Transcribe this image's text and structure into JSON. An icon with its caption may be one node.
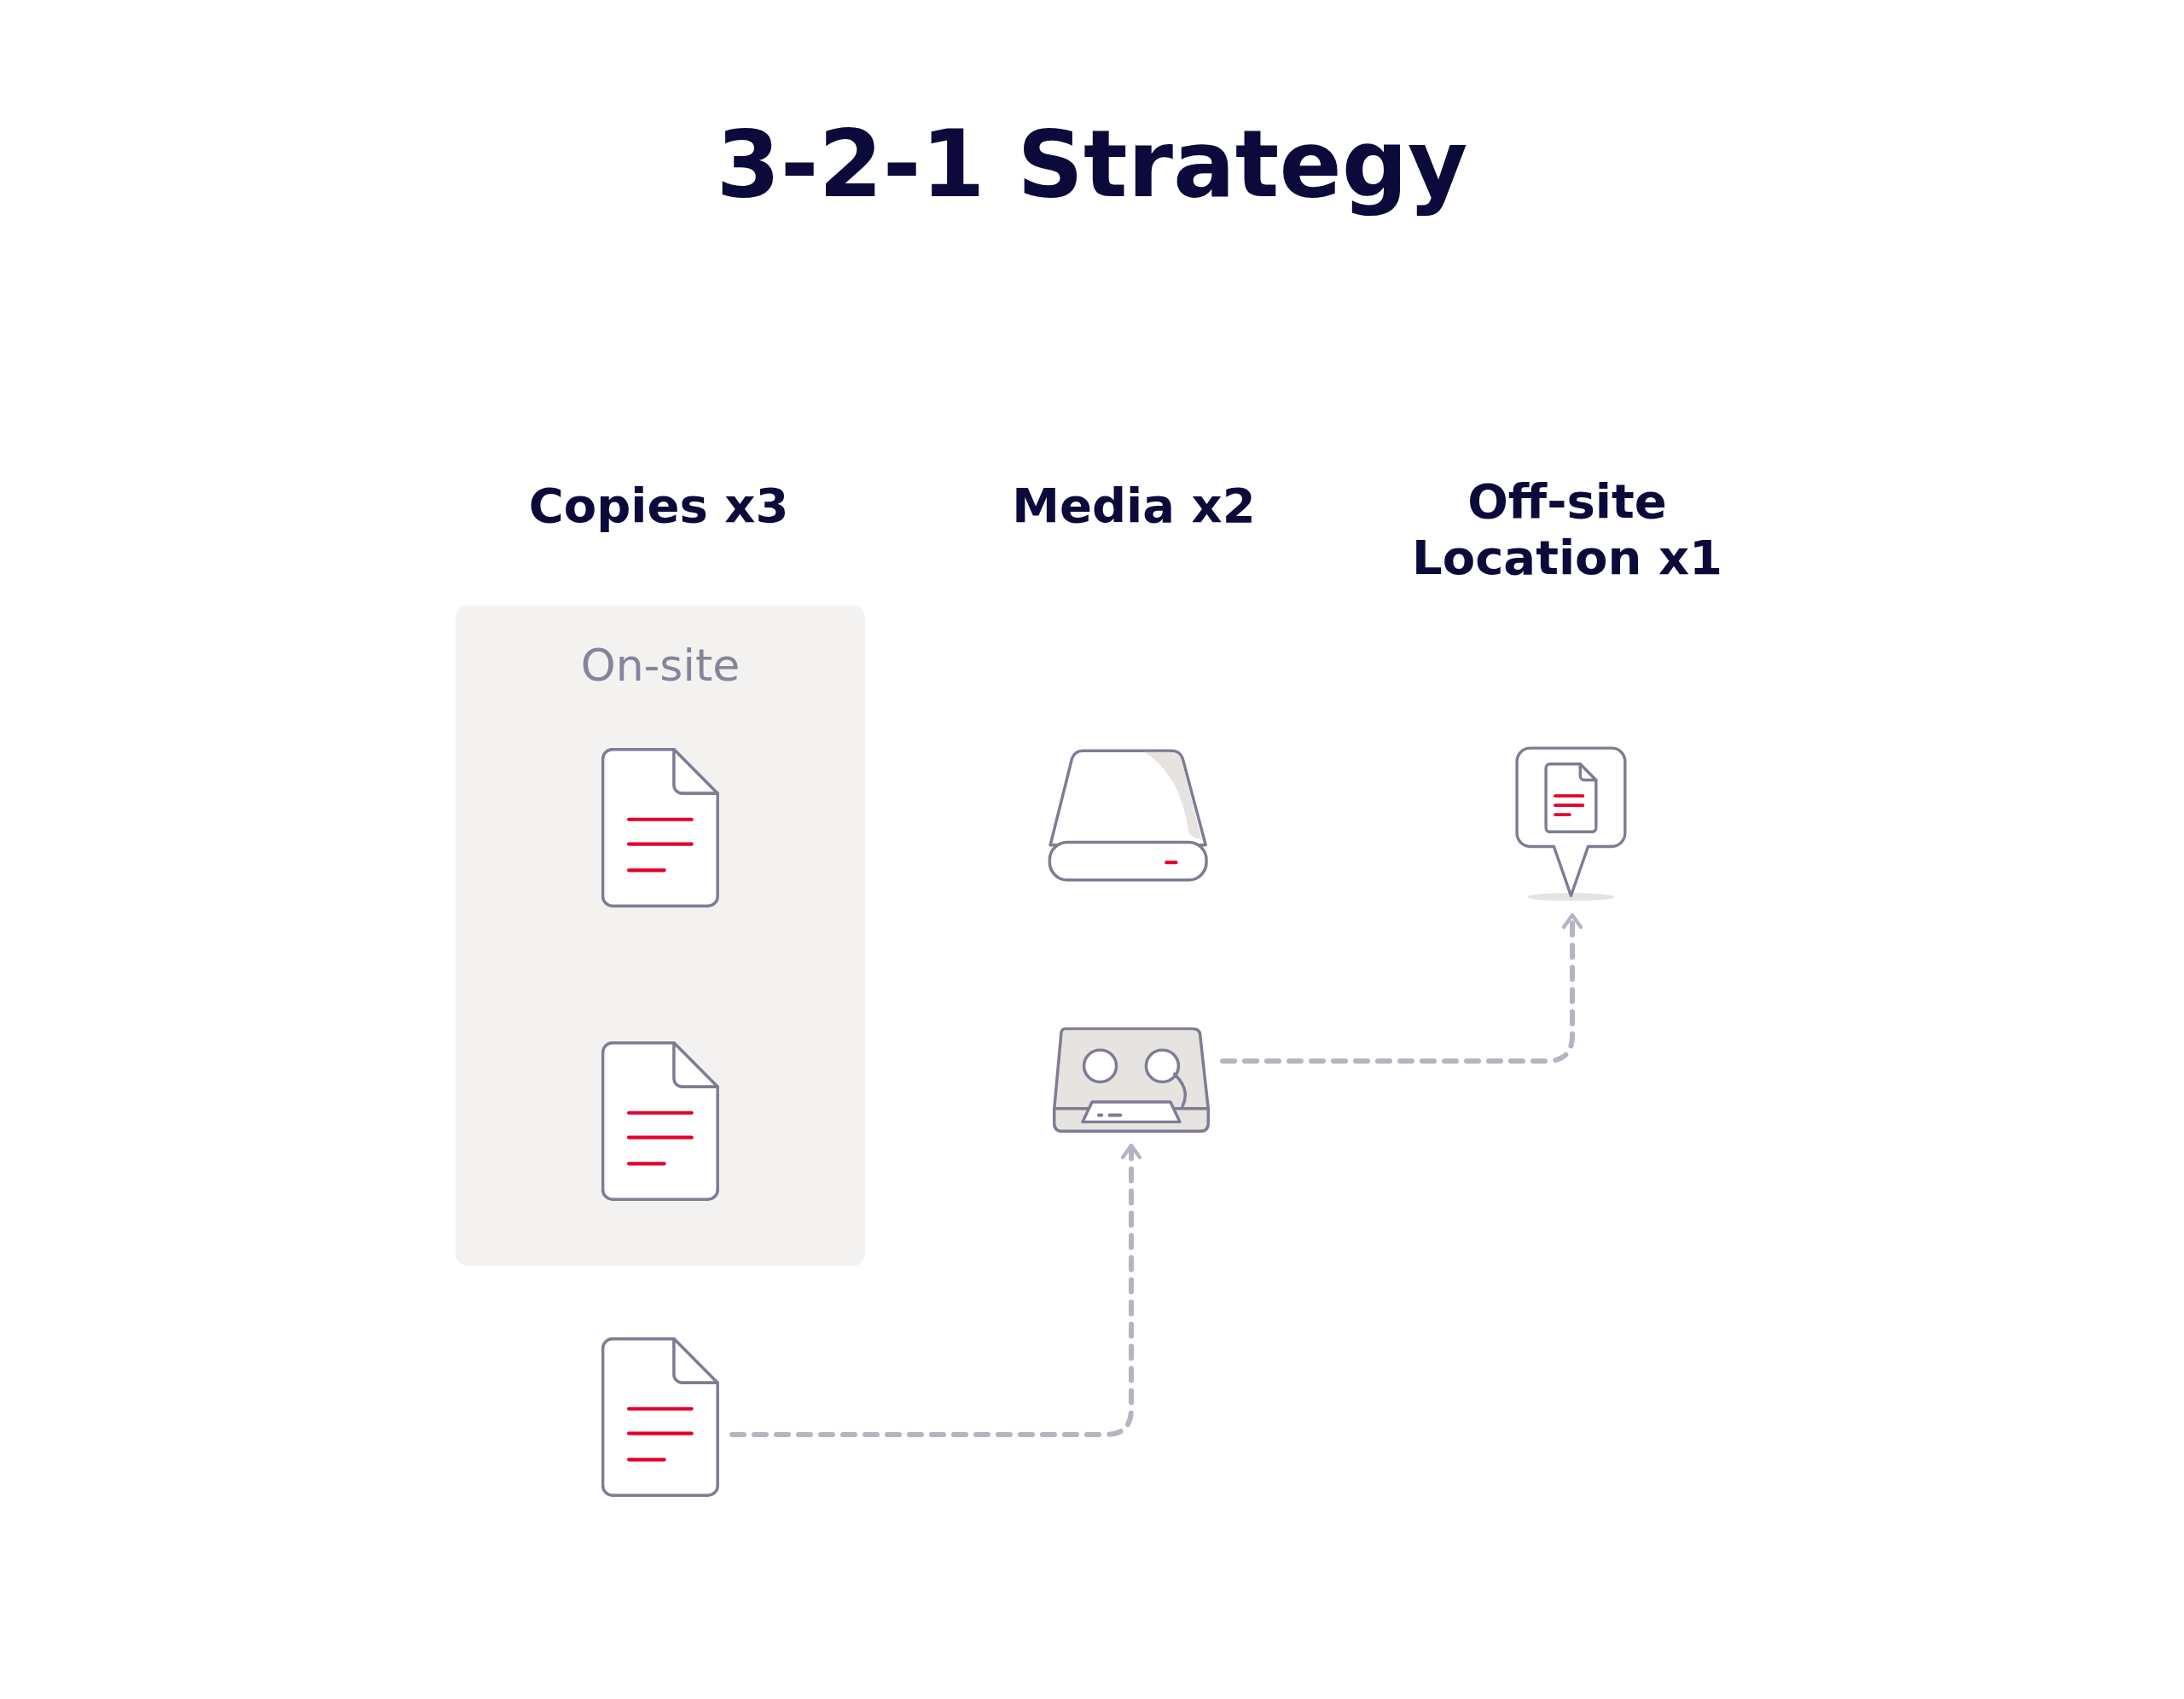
{
  "diagram": {
    "title": "3-2-1 Strategy",
    "nodes": [
      {
        "text": [
          "On-site"
        ]
      },
      {
        "text": [],
        "shape": "document",
        "in": 0
      },
      {
        "text": [],
        "shape": "document",
        "in": 0
      },
      {
        "text": [],
        "shape": "document"
      },
      {
        "text": [],
        "shape": "drive"
      },
      {
        "text": [],
        "shape": "tape"
      },
      {
        "text": [],
        "shape": "pin"
      }
    ],
    "edges": [
      {
        "from": 3,
        "to": 5,
        "arrow": "to",
        "style": "dashed"
      },
      {
        "from": 5,
        "to": 6,
        "arrow": "to",
        "style": "dashed"
      }
    ],
    "labels": [
      "Copies x3",
      "Media x2",
      "Off-site Location x1"
    ]
  }
}
